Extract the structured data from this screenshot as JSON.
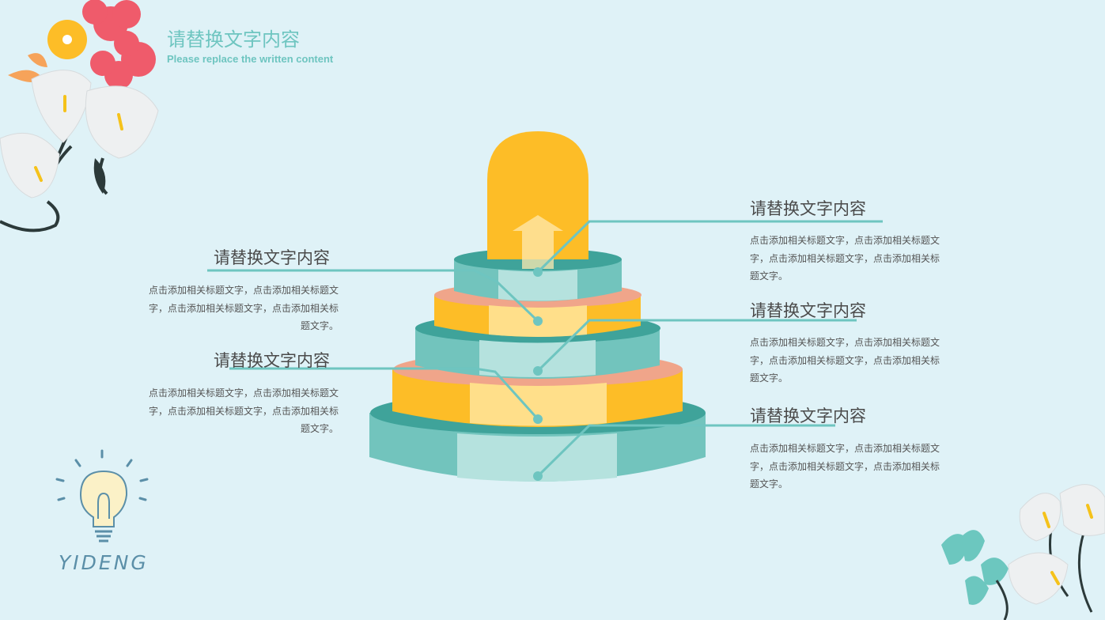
{
  "header": {
    "title_cn": "请替换文字内容",
    "title_en": "Please replace the written content"
  },
  "items": [
    {
      "title": "请替换文字内容",
      "body": "点击添加相关标题文字，点击添加相关标题文字，点击添加相关标题文字，点击添加相关标题文字。"
    },
    {
      "title": "请替换文字内容",
      "body": "点击添加相关标题文字，点击添加相关标题文字，点击添加相关标题文字，点击添加相关标题文字。"
    },
    {
      "title": "请替换文字内容",
      "body": "点击添加相关标题文字，点击添加相关标题文字，点击添加相关标题文字，点击添加相关标题文字。"
    },
    {
      "title": "请替换文字内容",
      "body": "点击添加相关标题文字，点击添加相关标题文字，点击添加相关标题文字，点击添加相关标题文字。"
    },
    {
      "title": "请替换文字内容",
      "body": "点击添加相关标题文字，点击添加相关标题文字，点击添加相关标题文字，点击添加相关标题文字。"
    }
  ],
  "brand": {
    "name": "YIDENG"
  },
  "colors": {
    "background": "#dff2f7",
    "accent": "#6ec5c0",
    "teal": "#72c4bd",
    "teal_dark": "#3fa39a",
    "yellow": "#fdbd27",
    "salmon": "#f0a58a",
    "pale": "#b5e2de"
  },
  "decor": {
    "top_left": "flower-bouquet",
    "bottom_right": "calla-lily-bouquet",
    "bottom_left": "lightbulb-icon",
    "center": "layered-cake-pyramid-diagram"
  }
}
